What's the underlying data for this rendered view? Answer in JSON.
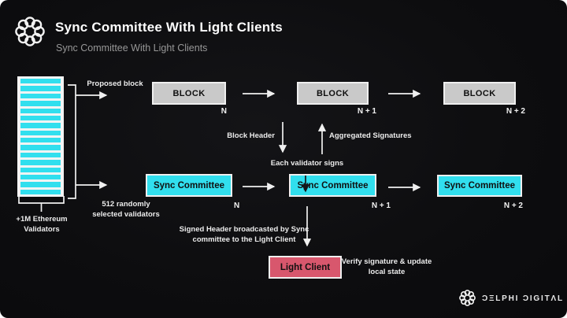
{
  "header": {
    "title": "Sync Committee With Light Clients",
    "subtitle": "Sync Committee With Light Clients"
  },
  "colors": {
    "background": "#0d0d0f",
    "cyan": "#31dfee",
    "gray": "#c9c9c9",
    "pink": "#d8576d",
    "arrow": "#f0f0f0"
  },
  "diagram": {
    "validators": {
      "bar_count": 16,
      "label_line1": "+1M Ethereum",
      "label_line2": "Validators"
    },
    "proposed_block_label": "Proposed block",
    "selected_validators_line1": "512 randomly",
    "selected_validators_line2": "selected validators",
    "blocks": [
      {
        "label": "BLOCK",
        "index": "N"
      },
      {
        "label": "BLOCK",
        "index": "N + 1"
      },
      {
        "label": "BLOCK",
        "index": "N + 2"
      }
    ],
    "sync_committees": [
      {
        "label": "Sync Committee",
        "index": "N"
      },
      {
        "label": "Sync Committee",
        "index": "N + 1"
      },
      {
        "label": "Sync Committee",
        "index": "N + 2"
      }
    ],
    "block_header_label": "Block Header",
    "aggregated_signatures_label": "Aggregated Signatures",
    "each_validator_signs_label": "Each validator signs",
    "signed_header_line1": "Signed Header broadcasted by Sync",
    "signed_header_line2": "committee to the Light Client",
    "light_client_label": "Light Client",
    "verify_line1": "Verify signature & update",
    "verify_line2": "local state"
  },
  "footer": {
    "brand_text": "ƆΞLPHI ƆIGITΛL"
  }
}
